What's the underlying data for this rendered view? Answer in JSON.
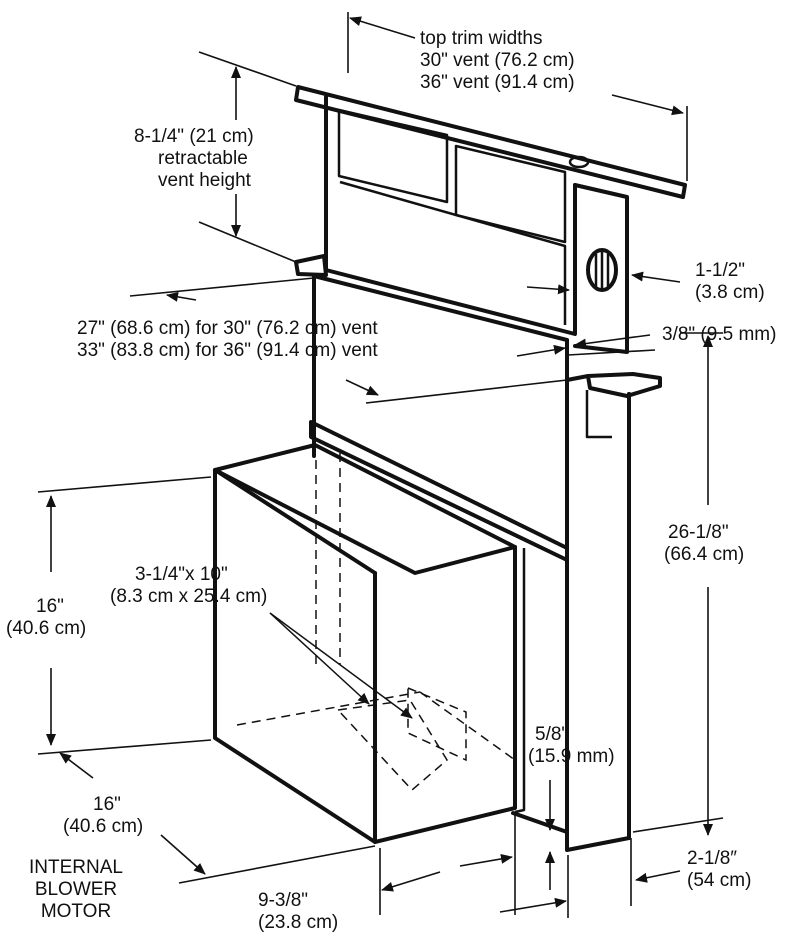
{
  "labels": {
    "top_trim": [
      "top trim widths",
      "30\" vent (76.2 cm)",
      "36\" vent (91.4 cm)"
    ],
    "vent_height": [
      "8-1/4\" (21 cm)",
      "retractable",
      "vent height"
    ],
    "knob_offset": [
      "1-1/2\"",
      "(3.8 cm)"
    ],
    "width": [
      "27\" (68.6 cm) for 30\" (76.2 cm) vent",
      "33\" (83.8 cm) for 36\" (91.4 cm) vent"
    ],
    "flange": [
      "3/8\" (9.5 mm)"
    ],
    "total_height": [
      "26-1/8\"",
      "(66.4 cm)"
    ],
    "opening": [
      "3-1/4\"x 10\"",
      "(8.3 cm x 25.4 cm)"
    ],
    "blower_height": [
      "16\"",
      "(40.6 cm)"
    ],
    "blower_depth": [
      "16\"",
      "(40.6 cm)"
    ],
    "bottom_gap": [
      "5/8\"",
      "(15.9 mm)"
    ],
    "blower_width": [
      "9-3/8\"",
      "(23.8 cm)"
    ],
    "body_depth": [
      "2-1/8″",
      "(54 cm)"
    ],
    "blower_name": [
      "INTERNAL",
      "BLOWER",
      "MOTOR"
    ]
  }
}
